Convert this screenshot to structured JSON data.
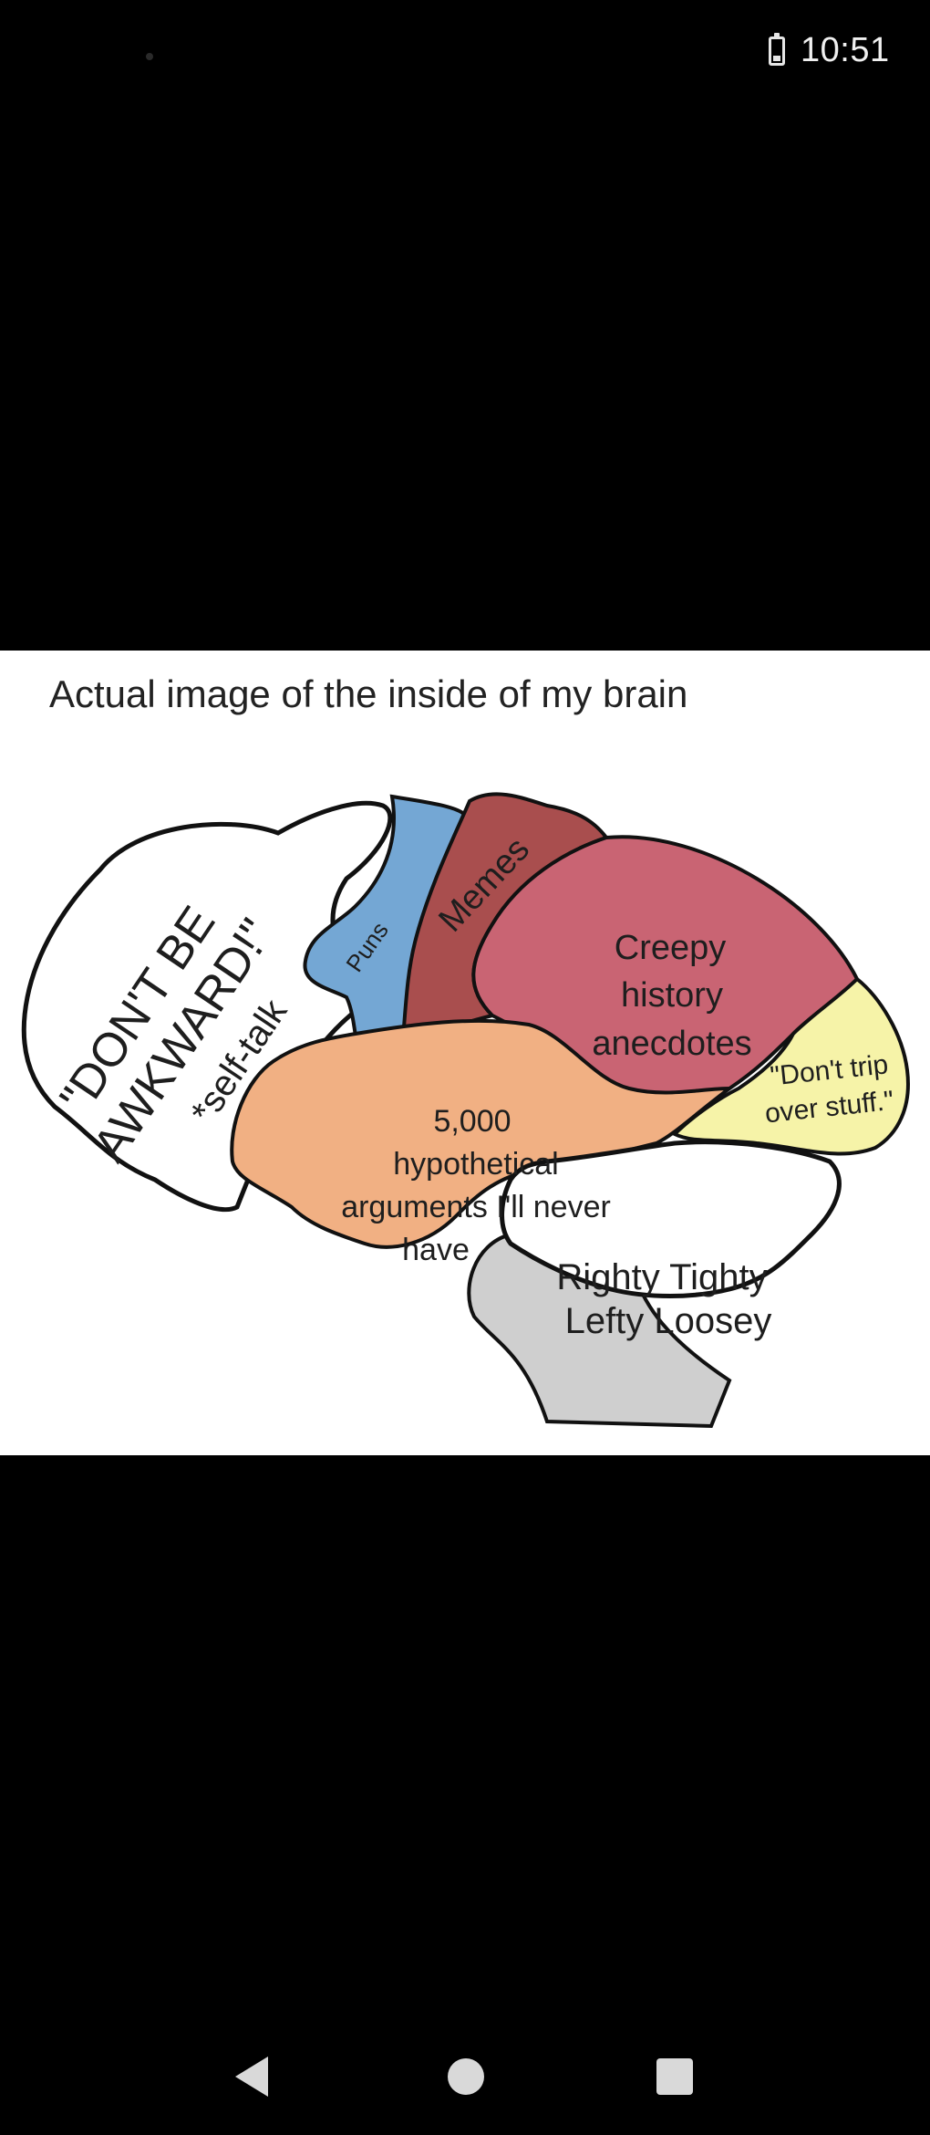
{
  "status_bar": {
    "time": "10:51"
  },
  "image": {
    "caption": "Actual image of the inside of my brain",
    "regions": {
      "self_talk_line1": "\"DON'T BE",
      "self_talk_line2": "AWKWARD!\"",
      "self_talk_note": "*self-talk",
      "puns": "Puns",
      "memes": "Memes",
      "creepy_1": "Creepy",
      "creepy_2": "history",
      "creepy_3": "anecdotes",
      "args_1": "5,000",
      "args_2": "hypothetical",
      "args_3": "arguments I'll never",
      "args_4": "have",
      "trip_1": "\"Don't trip",
      "trip_2": "over stuff.\"",
      "righty_1": "Righty Tighty",
      "righty_2": "Lefty Loosey"
    }
  },
  "nav_bar": {
    "back": "back",
    "home": "home",
    "recents": "recents"
  }
}
